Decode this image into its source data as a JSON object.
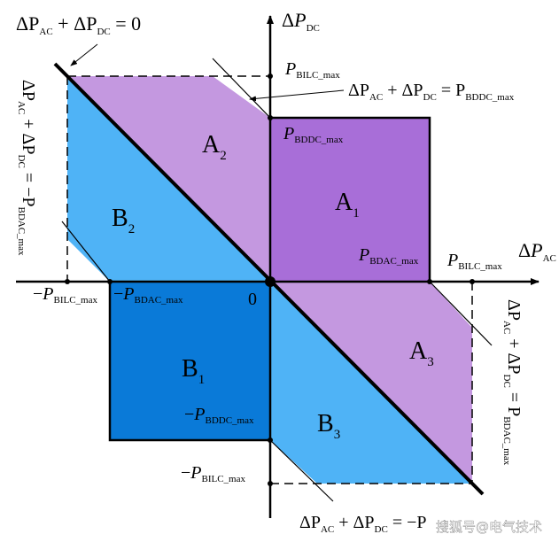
{
  "colors": {
    "regionA2_A3": "#c498e0",
    "regionA1": "#a86ed8",
    "regionB2_B3": "#4fb3f6",
    "regionB1": "#0a7ad8",
    "lines": "#000000"
  },
  "axes": {
    "x": {
      "delta": "Δ",
      "var": "P",
      "sub": "AC"
    },
    "y": {
      "delta": "Δ",
      "var": "P",
      "sub": "DC"
    },
    "origin": "0"
  },
  "regions": {
    "A1": {
      "letter": "A",
      "index": "1"
    },
    "A2": {
      "letter": "A",
      "index": "2"
    },
    "A3": {
      "letter": "A",
      "index": "3"
    },
    "B1": {
      "letter": "B",
      "index": "1"
    },
    "B2": {
      "letter": "B",
      "index": "2"
    },
    "B3": {
      "letter": "B",
      "index": "3"
    }
  },
  "tick_labels": {
    "bilc_max_y": {
      "sign": "",
      "var": "P",
      "sub": "BILC_max"
    },
    "bddc_max_y": {
      "sign": "",
      "var": "P",
      "sub": "BDDC_max"
    },
    "bdac_max_x": {
      "sign": "",
      "var": "P",
      "sub": "BDAC_max"
    },
    "bilc_max_x": {
      "sign": "",
      "var": "P",
      "sub": "BILC_max"
    },
    "neg_bilc_max_x": {
      "sign": "−",
      "var": "P",
      "sub": "BILC_max"
    },
    "neg_bdac_max_x": {
      "sign": "−",
      "var": "P",
      "sub": "BDAC_max"
    },
    "neg_bddc_max_y": {
      "sign": "−",
      "var": "P",
      "sub": "BDDC_max"
    },
    "neg_bilc_max_y": {
      "sign": "−",
      "var": "P",
      "sub": "BILC_max"
    }
  },
  "equations": {
    "top_left": {
      "a": "ΔP",
      "a_sub": "AC",
      "plus": " + ΔP",
      "b_sub": "DC",
      "rhs": " = 0"
    },
    "top_right": {
      "a": "ΔP",
      "a_sub": "AC",
      "plus": " + ΔP",
      "b_sub": "DC",
      "rhs": " = P",
      "rhs_sub": "BDDC_max"
    },
    "left_vertical": {
      "a": "ΔP",
      "a_sub": "AC",
      "plus": " + ΔP",
      "b_sub": "DC",
      "rhs": " = −P",
      "rhs_sub": "BDAC_max"
    },
    "right_vertical": {
      "a": "ΔP",
      "a_sub": "AC",
      "plus": " + ΔP",
      "b_sub": "DC",
      "rhs": " = P",
      "rhs_sub": "BDAC_max"
    },
    "bottom": {
      "a": "ΔP",
      "a_sub": "AC",
      "plus": " + ΔP",
      "b_sub": "DC",
      "rhs": " = −P"
    }
  },
  "watermark": "搜狐号@电气技术"
}
